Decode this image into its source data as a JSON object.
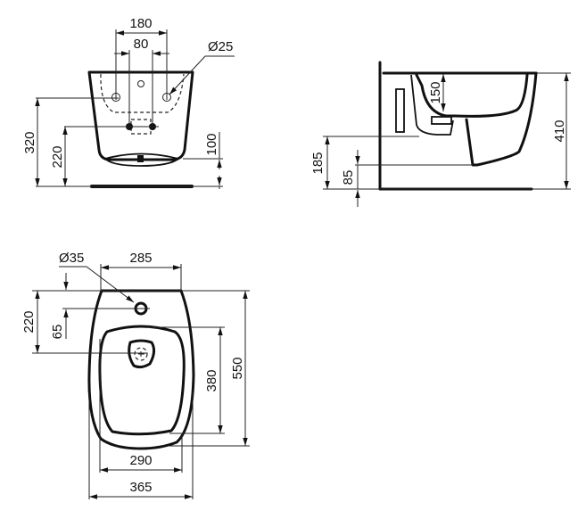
{
  "front_view": {
    "dims": {
      "width_outer": "180",
      "width_inner": "80",
      "hole_diameter": "Ø25",
      "height_fixing": "320",
      "height_supply": "220",
      "height_bottom": "100"
    }
  },
  "side_view": {
    "dims": {
      "total_height": "410",
      "bowl_depth": "150",
      "waste_height": "185",
      "bottom_clearance": "85"
    }
  },
  "top_view": {
    "dims": {
      "tap_hole_diameter": "Ø35",
      "top_width": "285",
      "tap_to_spout": "220",
      "tap_from_edge": "65",
      "bowl_length": "380",
      "total_length": "550",
      "bowl_width": "290",
      "total_width": "365"
    }
  }
}
